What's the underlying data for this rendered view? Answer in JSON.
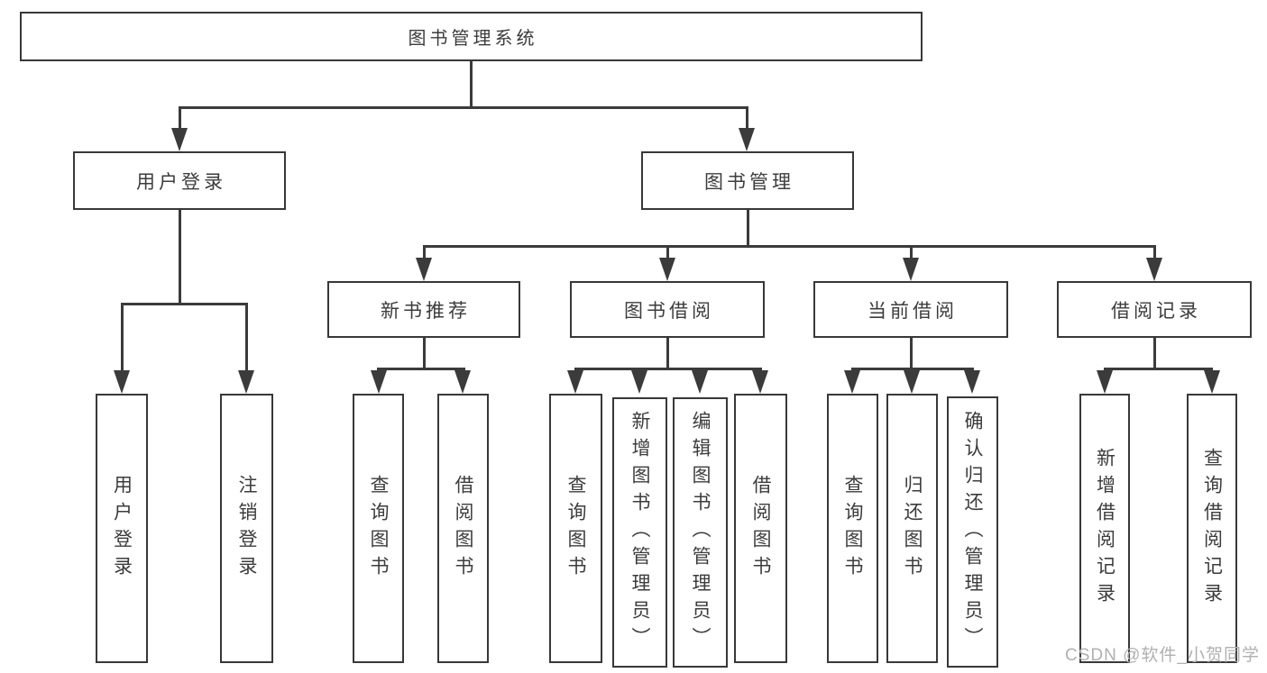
{
  "diagram": {
    "root": {
      "label": "图书管理系统"
    },
    "level2": {
      "user_login": {
        "label": "用户登录"
      },
      "book_mgmt": {
        "label": "图书管理"
      }
    },
    "level3": {
      "new_book": {
        "label": "新书推荐"
      },
      "book_borrow": {
        "label": "图书借阅"
      },
      "current_borrow": {
        "label": "当前借阅"
      },
      "borrow_record": {
        "label": "借阅记录"
      }
    },
    "leaves": {
      "user_login": [
        {
          "label": "用户登录"
        },
        {
          "label": "注销登录"
        }
      ],
      "new_book": [
        {
          "label": "查询图书"
        },
        {
          "label": "借阅图书"
        }
      ],
      "book_borrow": [
        {
          "label": "查询图书"
        },
        {
          "label": "新增图书（管理员）"
        },
        {
          "label": "编辑图书（管理员）"
        },
        {
          "label": "借阅图书"
        }
      ],
      "current_borrow": [
        {
          "label": "查询图书"
        },
        {
          "label": "归还图书"
        },
        {
          "label": "确认归还（管理员）"
        }
      ],
      "borrow_record": [
        {
          "label": "新增借阅记录"
        },
        {
          "label": "查询借阅记录"
        }
      ]
    }
  },
  "watermark": {
    "text": "CSDN @软件_小贺同学"
  },
  "colors": {
    "line": "#3b3b3b",
    "text": "#3c3c3c",
    "box_border": "#383838",
    "watermark": "#b2afaf",
    "background": "#ffffff"
  }
}
